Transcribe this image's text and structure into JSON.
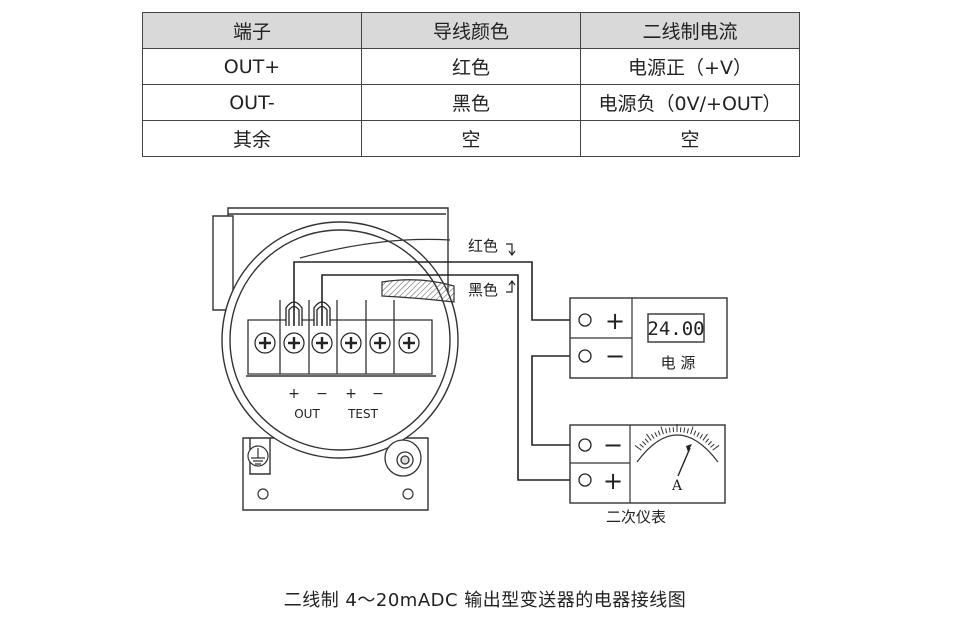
{
  "table": {
    "headers": [
      "端子",
      "导线颜色",
      "二线制电流"
    ],
    "rows": [
      [
        "OUT+",
        "红色",
        "电源正（+V）"
      ],
      [
        "OUT-",
        "黑色",
        "电源负（0V/+OUT）"
      ],
      [
        "其余",
        "空",
        "空"
      ]
    ]
  },
  "diagram": {
    "wire_labels": {
      "red": "红色",
      "black": "黑色"
    },
    "terminal_labels": {
      "plus": "+",
      "minus": "−",
      "out": "OUT",
      "test": "TEST"
    },
    "power_supply": {
      "display": "24.00",
      "label": "电 源",
      "plus": "+",
      "minus": "−"
    },
    "meter": {
      "unit": "A",
      "label": "二次仪表",
      "plus": "+",
      "minus": "−"
    }
  },
  "caption": "二线制 4～20mADC  输出型变送器的电器接线图"
}
